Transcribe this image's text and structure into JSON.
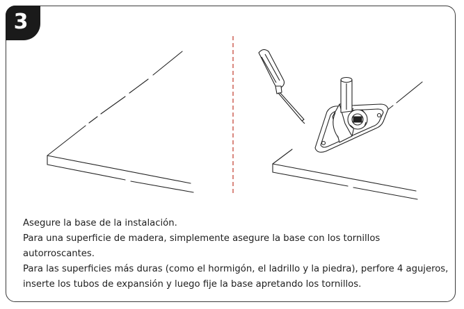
{
  "step": {
    "number": "3"
  },
  "instructions": {
    "line1": "Asegure la base de la instalación.",
    "line2": "Para una superficie de madera, simplemente asegure la base con los tornillos autorroscantes.",
    "line3": "Para las superficies más duras (como el hormigón, el ladrillo y la piedra), perfore 4 agujeros, inserte los tubos de expansión y luego fije la base apretando los tornillos."
  },
  "colors": {
    "divider": "#c0392b",
    "badge": "#1a1a1a",
    "outline": "#3a3a3a"
  },
  "icons": [
    "screwdriver-icon",
    "mounting-base-icon"
  ]
}
